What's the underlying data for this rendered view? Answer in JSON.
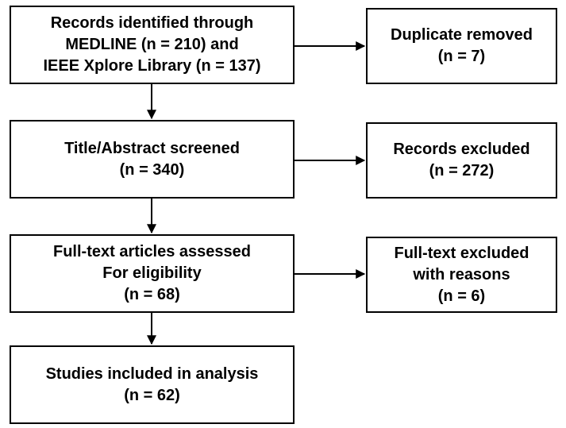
{
  "flow": {
    "records_identified": {
      "lines": [
        "Records identified through",
        "MEDLINE (n = 210) and",
        "IEEE Xplore Library (n = 137)"
      ]
    },
    "duplicate_removed": {
      "lines": [
        "Duplicate removed",
        "(n = 7)"
      ]
    },
    "title_abstract_screened": {
      "lines": [
        "Title/Abstract screened",
        "(n = 340)"
      ]
    },
    "records_excluded": {
      "lines": [
        "Records excluded",
        "(n = 272)"
      ]
    },
    "fulltext_assessed": {
      "lines": [
        "Full-text articles assessed",
        "For eligibility",
        "(n = 68)"
      ]
    },
    "fulltext_excluded": {
      "lines": [
        "Full-text excluded",
        "with reasons",
        "(n = 6)"
      ]
    },
    "studies_included": {
      "lines": [
        "Studies included in analysis",
        "(n = 62)"
      ]
    }
  },
  "colors": {
    "stroke": "#000000",
    "background": "#ffffff"
  }
}
